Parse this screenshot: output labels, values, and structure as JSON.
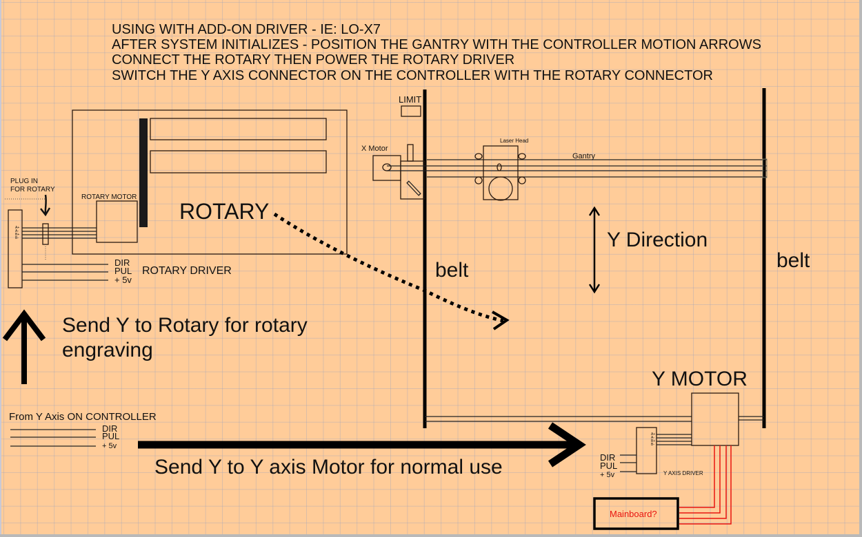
{
  "colors": {
    "background": "#ffcc99",
    "ink": "#111111",
    "wire_red": "#e8140f",
    "mainboard_text": "#e8140f"
  },
  "header": {
    "lines": [
      "USING WITH ADD-ON DRIVER - IE: LO-X7",
      "AFTER SYSTEM INITIALIZES - POSITION THE GANTRY WITH THE CONTROLLER MOTION ARROWS",
      "CONNECT THE ROTARY THEN POWER THE ROTARY DRIVER",
      "SWITCH THE Y AXIS CONNECTOR ON THE CONTROLLER WITH THE ROTARY CONNECTOR"
    ]
  },
  "rotary": {
    "title": "ROTARY",
    "motor_label": "ROTARY MOTOR",
    "plug_label_line1": "PLUG IN",
    "plug_label_line2": "FOR ROTARY",
    "driver_label": "ROTARY DRIVER",
    "driver_pins": [
      "A+",
      "A-",
      "B+",
      "B-"
    ],
    "signals": [
      "DIR",
      "PUL",
      "+ 5v"
    ]
  },
  "machine": {
    "limit_label": "LIMIT",
    "x_motor_label": "X Motor",
    "laser_head_label": "Laser Head",
    "gantry_label": "Gantry",
    "belt_left_label": "belt",
    "belt_right_label": "belt",
    "y_direction_label": "Y Direction",
    "y_motor_label": "Y MOTOR"
  },
  "y_axis": {
    "driver_label": "Y AXIS DRIVER",
    "driver_pins": [
      "A+",
      "A-",
      "B+",
      "B-"
    ],
    "signals": [
      "DIR",
      "PUL",
      "+ 5v"
    ],
    "mainboard_label": "Mainboard?"
  },
  "controller": {
    "label": "From Y Axis ON CONTROLLER",
    "signals": [
      "DIR",
      "PUL",
      "+ 5v"
    ]
  },
  "annotations": {
    "send_rotary_line1": "Send Y to Rotary for rotary",
    "send_rotary_line2": "engraving",
    "send_normal": "Send Y to Y axis Motor for normal use"
  }
}
